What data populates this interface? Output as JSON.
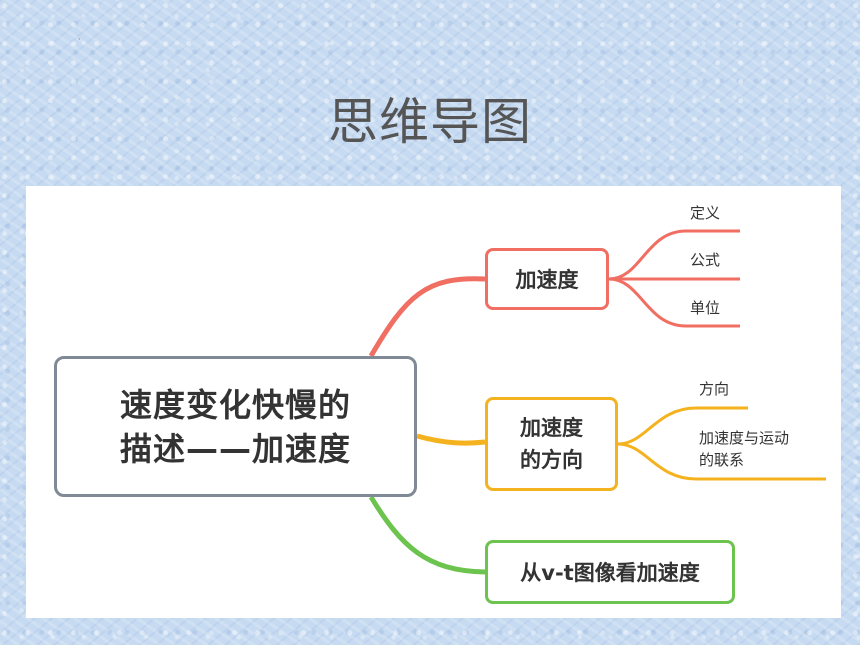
{
  "slide": {
    "title": "思维导图"
  },
  "mindmap": {
    "root": {
      "line1": "速度变化快慢的",
      "line2": "描述——加速度"
    },
    "branches": [
      {
        "label": "加速度",
        "color": "#f06e62",
        "leaves": [
          "定义",
          "公式",
          "单位"
        ]
      },
      {
        "label_line1": "加速度",
        "label_line2": "的方向",
        "color": "#f4b31e",
        "leaves": [
          "方向",
          "加速度与运动",
          "的联系"
        ]
      },
      {
        "label": "从v-t图像看加速度",
        "color": "#6cc34e",
        "leaves": []
      }
    ]
  }
}
